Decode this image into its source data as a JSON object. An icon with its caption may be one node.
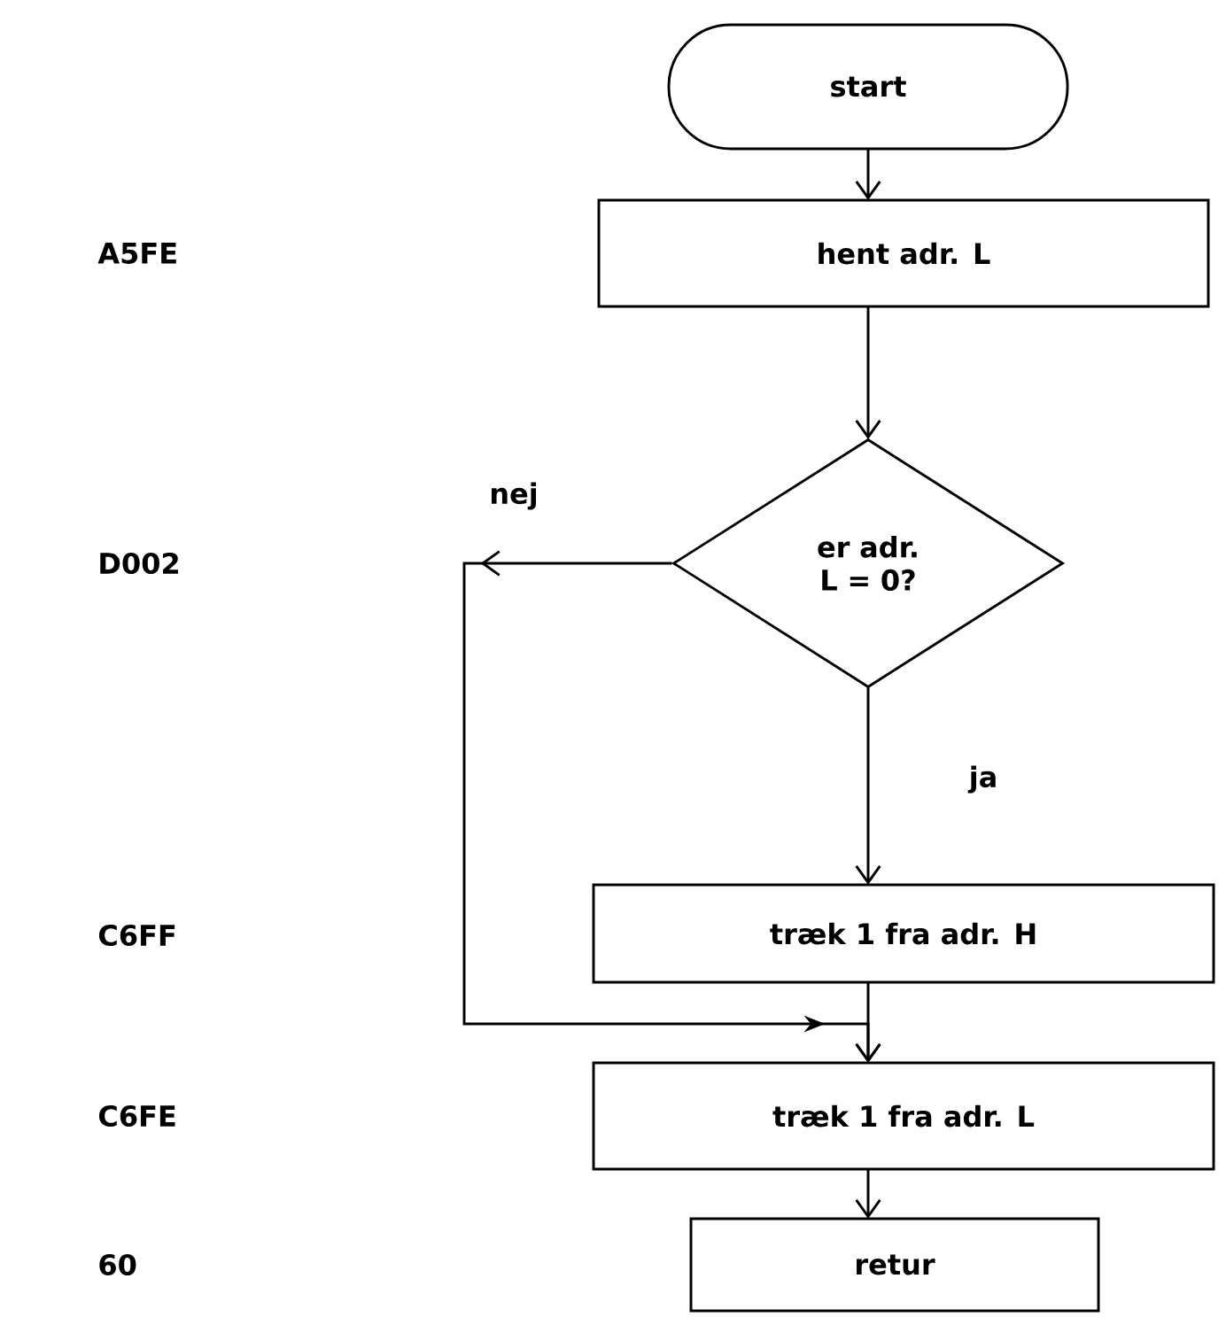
{
  "diagram": {
    "nodes": [
      {
        "text": [
          "start"
        ]
      },
      {
        "text": [
          "hent adr. L"
        ]
      },
      {
        "text": [
          "er adr. L = 0?"
        ]
      },
      {
        "text": [
          "træk 1 fra adr. H"
        ]
      },
      {
        "text": [
          "træk 1 fra adr. L"
        ]
      },
      {
        "text": [
          "retur"
        ]
      }
    ],
    "edges": [
      {
        "from": 0,
        "to": 1,
        "arrow": "to"
      },
      {
        "from": 1,
        "to": 2,
        "arrow": "to"
      },
      {
        "from": 2,
        "to": 4,
        "arrow": "to",
        "label": "nej"
      },
      {
        "from": 2,
        "to": 3,
        "arrow": "to",
        "label": "ja"
      },
      {
        "from": 3,
        "to": 4,
        "arrow": "to"
      },
      {
        "from": 4,
        "to": 5,
        "arrow": "to"
      }
    ],
    "labels": [
      "A5FE",
      "D002",
      "C6FF",
      "C6FE",
      "60"
    ]
  }
}
